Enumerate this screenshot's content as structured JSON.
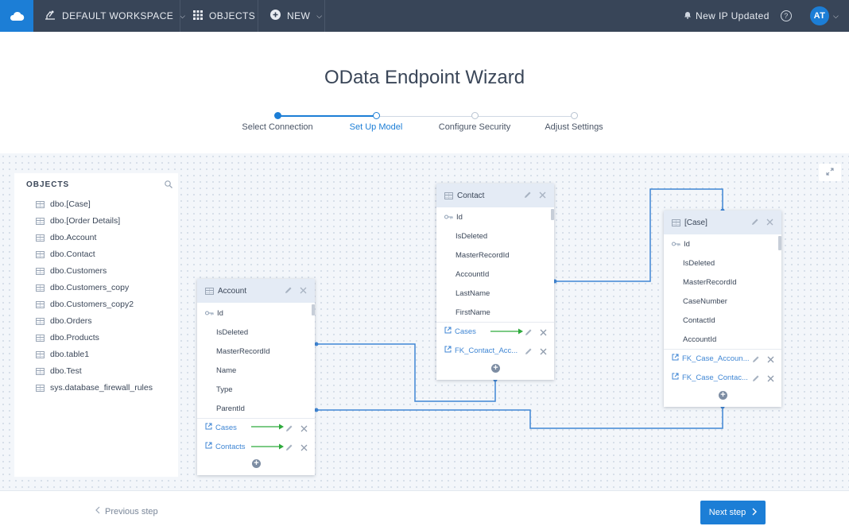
{
  "topbar": {
    "workspace_label": "DEFAULT WORKSPACE",
    "objects_label": "OBJECTS",
    "new_label": "NEW",
    "notification": "New IP Updated",
    "help": "?",
    "avatar_initials": "AT"
  },
  "wizard": {
    "title": "OData Endpoint Wizard",
    "steps": [
      {
        "label": "Select Connection",
        "state": "done"
      },
      {
        "label": "Set Up Model",
        "state": "current"
      },
      {
        "label": "Configure Security",
        "state": "pending"
      },
      {
        "label": "Adjust Settings",
        "state": "pending"
      }
    ]
  },
  "objects_panel": {
    "heading": "OBJECTS",
    "items": [
      "dbo.[Case]",
      "dbo.[Order Details]",
      "dbo.Account",
      "dbo.Contact",
      "dbo.Customers",
      "dbo.Customers_copy",
      "dbo.Customers_copy2",
      "dbo.Orders",
      "dbo.Products",
      "dbo.table1",
      "dbo.Test",
      "sys.database_firewall_rules"
    ]
  },
  "entities": {
    "account": {
      "title": "Account",
      "key": "Id",
      "fields": [
        "IsDeleted",
        "MasterRecordId",
        "Name",
        "Type",
        "ParentId"
      ],
      "nav": [
        "Cases",
        "Contacts"
      ]
    },
    "contact": {
      "title": "Contact",
      "key": "Id",
      "fields": [
        "IsDeleted",
        "MasterRecordId",
        "AccountId",
        "LastName",
        "FirstName"
      ],
      "nav": [
        "Cases",
        "FK_Contact_Acc..."
      ]
    },
    "case": {
      "title": "[Case]",
      "key": "Id",
      "fields": [
        "IsDeleted",
        "MasterRecordId",
        "CaseNumber",
        "ContactId",
        "AccountId"
      ],
      "nav": [
        "FK_Case_Accoun...",
        "FK_Case_Contac..."
      ]
    }
  },
  "footer": {
    "prev_label": "Previous step",
    "next_label": "Next step"
  },
  "colors": {
    "accent": "#1c7ed6",
    "topbar": "#384558",
    "link": "#3f86d4",
    "arrow": "#2eaa3c"
  }
}
